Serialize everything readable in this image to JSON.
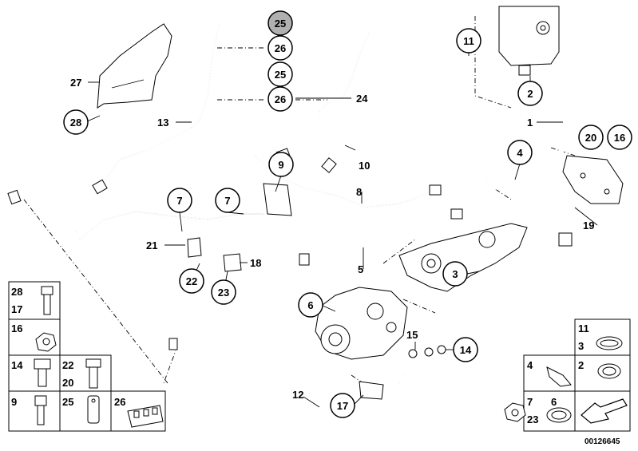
{
  "callouts": {
    "c25a": "25",
    "c26a": "26",
    "c25b": "25",
    "c26b": "26",
    "c11": "11",
    "c2": "2",
    "c27": "27",
    "c28": "28",
    "c24": "24",
    "c13": "13",
    "c1": "1",
    "c20": "20",
    "c16": "16",
    "c4": "4",
    "c9": "9",
    "c10": "10",
    "c8": "8",
    "c7a": "7",
    "c7b": "7",
    "c19": "19",
    "c21": "21",
    "c18": "18",
    "c22": "22",
    "c23": "23",
    "c5": "5",
    "c3": "3",
    "c6": "6",
    "c15": "15",
    "c14": "14",
    "c12": "12",
    "c17": "17"
  },
  "legend_left": {
    "r1a": "28",
    "r1b": "17",
    "r2a": "16",
    "r3a": "14",
    "r3b": "22",
    "r3c": "20",
    "r4a": "9",
    "r4b": "25",
    "r4c": "26"
  },
  "legend_right": {
    "r1a": "11",
    "r1b": "3",
    "r2a": "4",
    "r2b": "2",
    "r3a": "7",
    "r3b": "23",
    "r3c": "6"
  },
  "doc_number": "00126645"
}
